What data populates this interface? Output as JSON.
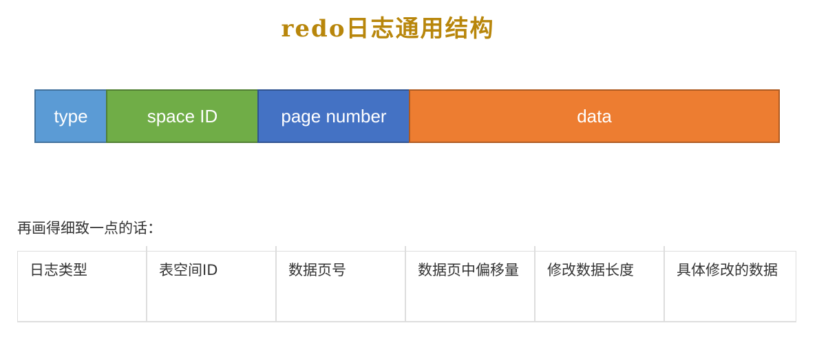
{
  "title": "redo日志通用结构",
  "structure": {
    "fields": [
      "type",
      "space ID",
      "page number",
      "data"
    ]
  },
  "intro": "再画得细致一点的话：",
  "table": {
    "cells": [
      "日志类型",
      "表空间ID",
      "数据页号",
      "数据页中偏移量",
      "修改数据长度",
      "具体修改的数据"
    ]
  }
}
